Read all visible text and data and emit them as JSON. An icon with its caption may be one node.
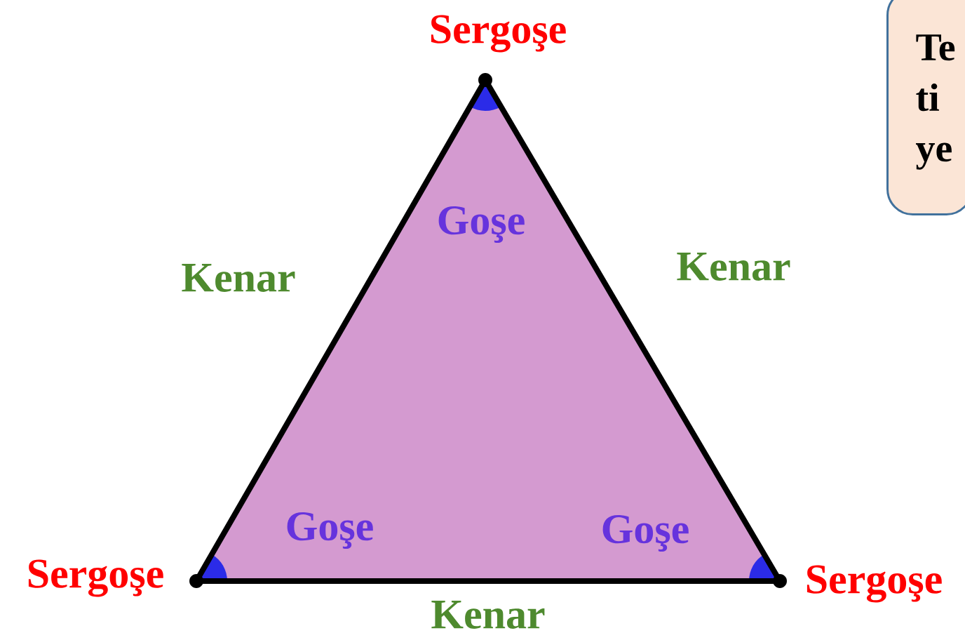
{
  "diagram": {
    "nodes": [
      {
        "text": [
          "Te ti ye"
        ]
      }
    ],
    "labels": [
      "Sergoşe",
      "Kenar",
      "Goşe",
      "Kenar",
      "Sergoşe",
      "Goşe",
      "Goşe",
      "Sergoşe",
      "Kenar"
    ]
  }
}
